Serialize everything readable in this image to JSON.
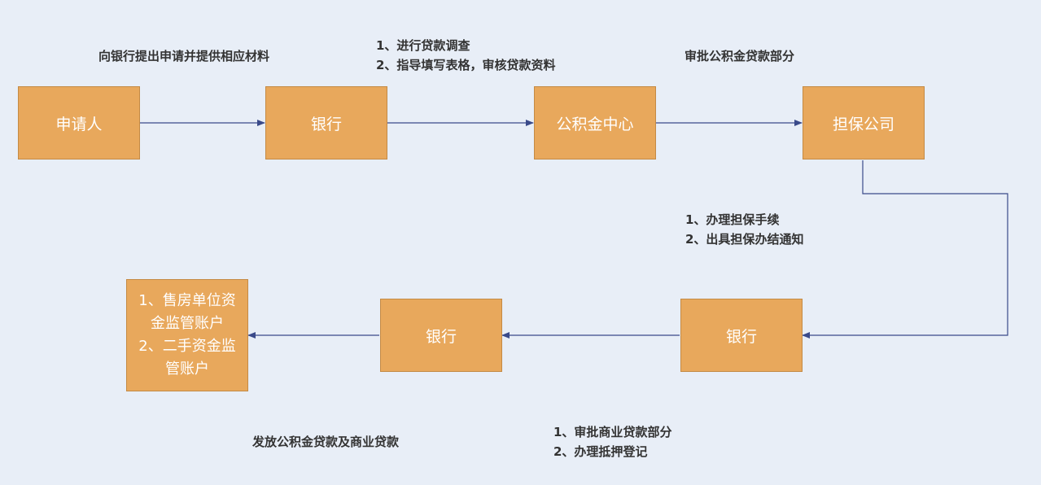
{
  "nodes": {
    "applicant": "申请人",
    "bank_top": "银行",
    "fund_center": "公积金中心",
    "guarantor": "担保公司",
    "bank_bottom_right": "银行",
    "bank_bottom_mid": "银行",
    "supervision_account": {
      "line1": "1、售房单位资",
      "line2": "金监管账户",
      "line3": "2、二手资金监",
      "line4": "管账户"
    }
  },
  "labels": {
    "submit_materials": "向银行提出申请并提供相应材料",
    "bank_steps": {
      "step1": "1、进行贷款调查",
      "step2": "2、指导填写表格，审核贷款资料"
    },
    "approve_fund": "审批公积金贷款部分",
    "guarantor_steps": {
      "step1": "1、办理担保手续",
      "step2": "2、出具担保办结通知"
    },
    "bank_bottom_steps": {
      "step1": "1、审批商业贷款部分",
      "step2": "2、办理抵押登记"
    },
    "disburse": "发放公积金贷款及商业贷款"
  },
  "colors": {
    "node_fill": "#e8a85c",
    "connector": "#3a4a8a",
    "background": "#e8eef7"
  }
}
